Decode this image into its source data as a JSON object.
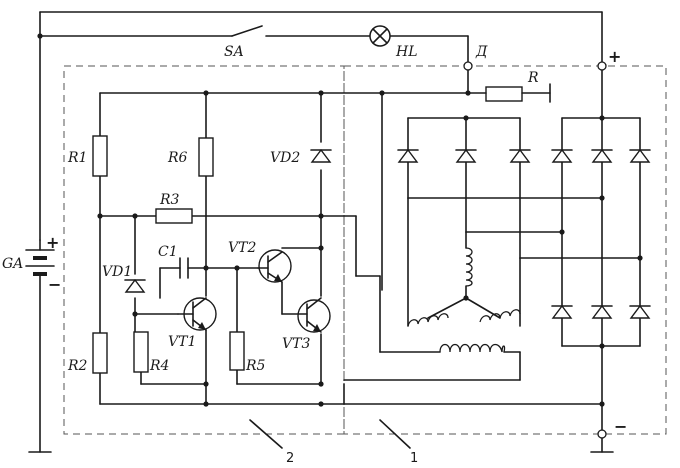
{
  "labels": {
    "switch": "SA",
    "lamp": "HL",
    "terminal_d": "Д",
    "resistor_r": "R",
    "battery": "GA",
    "r1": "R1",
    "r2": "R2",
    "r3": "R3",
    "r4": "R4",
    "r5": "R5",
    "r6": "R6",
    "c1": "C1",
    "vd1": "VD1",
    "vd2": "VD2",
    "vt1": "VT1",
    "vt2": "VT2",
    "vt3": "VT3",
    "block_2": "2",
    "block_1": "1",
    "plus_out": "+",
    "minus_out": "−",
    "battery_plus": "+",
    "battery_minus": "−"
  }
}
